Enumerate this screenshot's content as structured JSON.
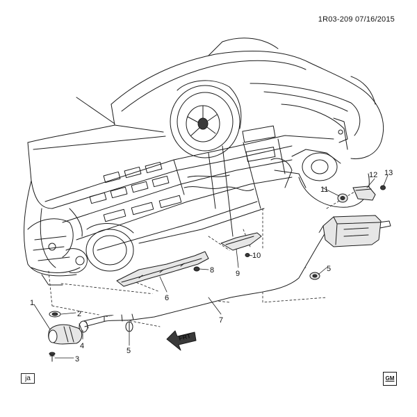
{
  "header": {
    "code": "1R03-209",
    "date": "07/16/2015"
  },
  "corner_box": "ja",
  "brand_logo": "GM",
  "direction_label": "FRT",
  "callouts": [
    {
      "id": "callout-1",
      "label": "1"
    },
    {
      "id": "callout-2",
      "label": "2"
    },
    {
      "id": "callout-3",
      "label": "3"
    },
    {
      "id": "callout-4",
      "label": "4"
    },
    {
      "id": "callout-5a",
      "label": "5"
    },
    {
      "id": "callout-5b",
      "label": "5"
    },
    {
      "id": "callout-6",
      "label": "6"
    },
    {
      "id": "callout-7",
      "label": "7"
    },
    {
      "id": "callout-8",
      "label": "8"
    },
    {
      "id": "callout-9",
      "label": "9"
    },
    {
      "id": "callout-10",
      "label": "10"
    },
    {
      "id": "callout-11",
      "label": "11"
    },
    {
      "id": "callout-12",
      "label": "12"
    },
    {
      "id": "callout-13",
      "label": "13"
    }
  ],
  "colors": {
    "line": "#1a1a1a",
    "fill": "#ffffff",
    "part_fill": "#e6e6e6",
    "dark_fill": "#3a3a3a"
  }
}
